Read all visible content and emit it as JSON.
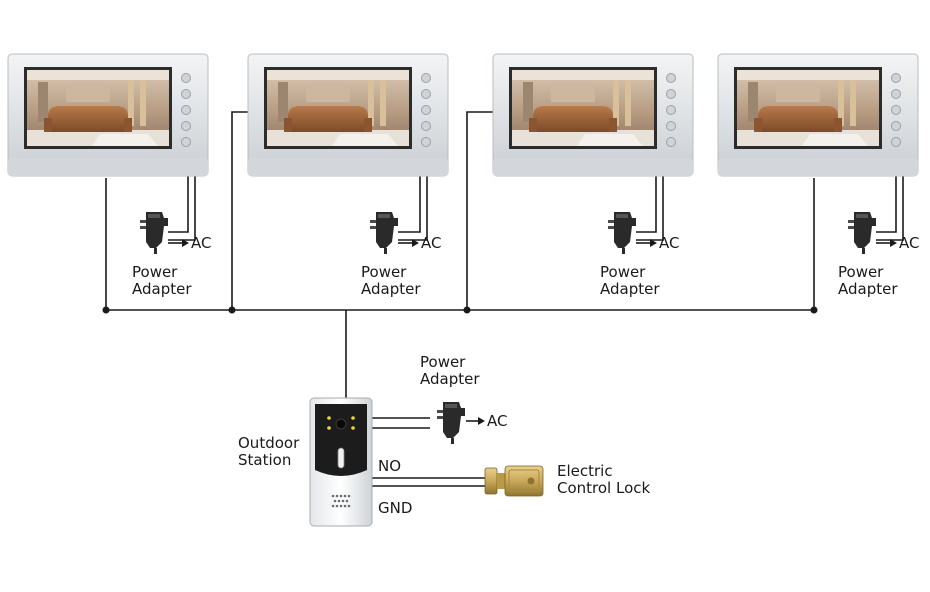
{
  "labels": {
    "power_adapter_line1": "Power",
    "power_adapter_line2": "Adapter",
    "ac": "AC",
    "outdoor_line1": "Outdoor",
    "outdoor_line2": "Station",
    "no": "NO",
    "gnd": "GND",
    "lock_line1": "Electric",
    "lock_line2": "Control Lock"
  },
  "colors": {
    "wire": "#1a1a1a",
    "monitor_frame": "#e6e8ea",
    "lock_brass": "#c9a95a",
    "station_body": "#1c1c1c"
  }
}
